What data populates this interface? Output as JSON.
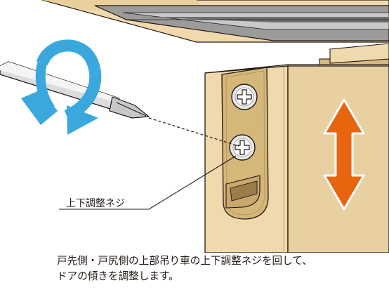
{
  "labels": {
    "screw_callout": "上下調整ネジ"
  },
  "caption": {
    "line1": "戸先側・戸尻側の上部吊り車の上下調整ネジを回して、",
    "line2": "ドアの傾きを調整します。"
  },
  "colors": {
    "door_wood": "#efd9ad",
    "door_edge": "#d9b981",
    "rail_gray": "#8e8e8e",
    "bracket": "#d5b77a",
    "rotation_arrow": "#3aa8dc",
    "vertical_arrow": "#e8650f",
    "line_dark": "#231815"
  },
  "icons": {
    "rotate": "rotate-arrow-icon",
    "updown": "up-down-arrow-icon"
  }
}
